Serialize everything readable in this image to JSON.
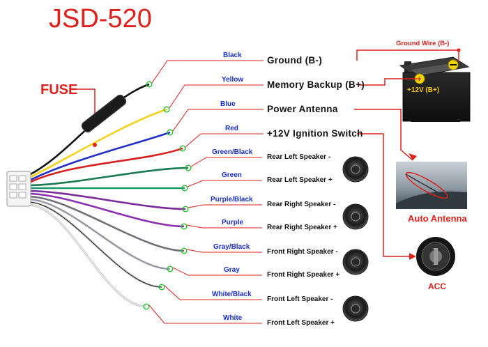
{
  "title": "JSD-520",
  "fuse_label": "FUSE",
  "wires": [
    {
      "color_name": "Black",
      "function": "Ground (B-)",
      "stroke": "#111111"
    },
    {
      "color_name": "Yellow",
      "function": "Memory Backup (B+)",
      "stroke": "#f2d21a"
    },
    {
      "color_name": "Blue",
      "function": "Power Antenna",
      "stroke": "#2330c8"
    },
    {
      "color_name": "Red",
      "function": "+12V Ignition Switch",
      "stroke": "#d62020"
    },
    {
      "color_name": "Green/Black",
      "function": "Rear Left Speaker -",
      "stroke": "#1a7a52"
    },
    {
      "color_name": "Green",
      "function": "Rear Left Speaker +",
      "stroke": "#1a9a6a"
    },
    {
      "color_name": "Purple/Black",
      "function": "Rear Right Speaker -",
      "stroke": "#7a2a9a"
    },
    {
      "color_name": "Purple",
      "function": "Rear Right Speaker +",
      "stroke": "#8b2fb0"
    },
    {
      "color_name": "Gray/Black",
      "function": "Front Right Speaker -",
      "stroke": "#6e6e78"
    },
    {
      "color_name": "Gray",
      "function": "Front Right Speaker +",
      "stroke": "#9a9aa6"
    },
    {
      "color_name": "White/Black",
      "function": "Front Left Speaker -",
      "stroke": "#d8d8d8"
    },
    {
      "color_name": "White",
      "function": "Front Left Speaker +",
      "stroke": "#eeeeee"
    }
  ],
  "battery": {
    "ground_wire_label": "Ground Wire (B-)",
    "positive_label": "+12V (B+)"
  },
  "auto_antenna_label": "Auto Antenna",
  "acc_label": "ACC",
  "colors": {
    "accent_red": "#e0201c",
    "wire_label_blue": "#1a2fcc"
  }
}
